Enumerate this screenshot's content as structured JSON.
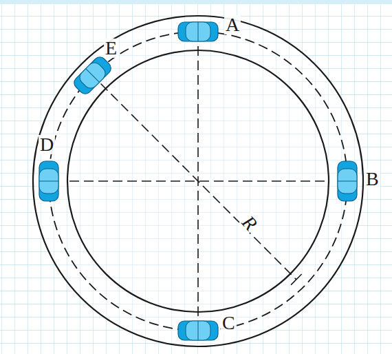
{
  "diagram": {
    "labels": [
      "A",
      "B",
      "C",
      "D",
      "E",
      "R"
    ]
  }
}
